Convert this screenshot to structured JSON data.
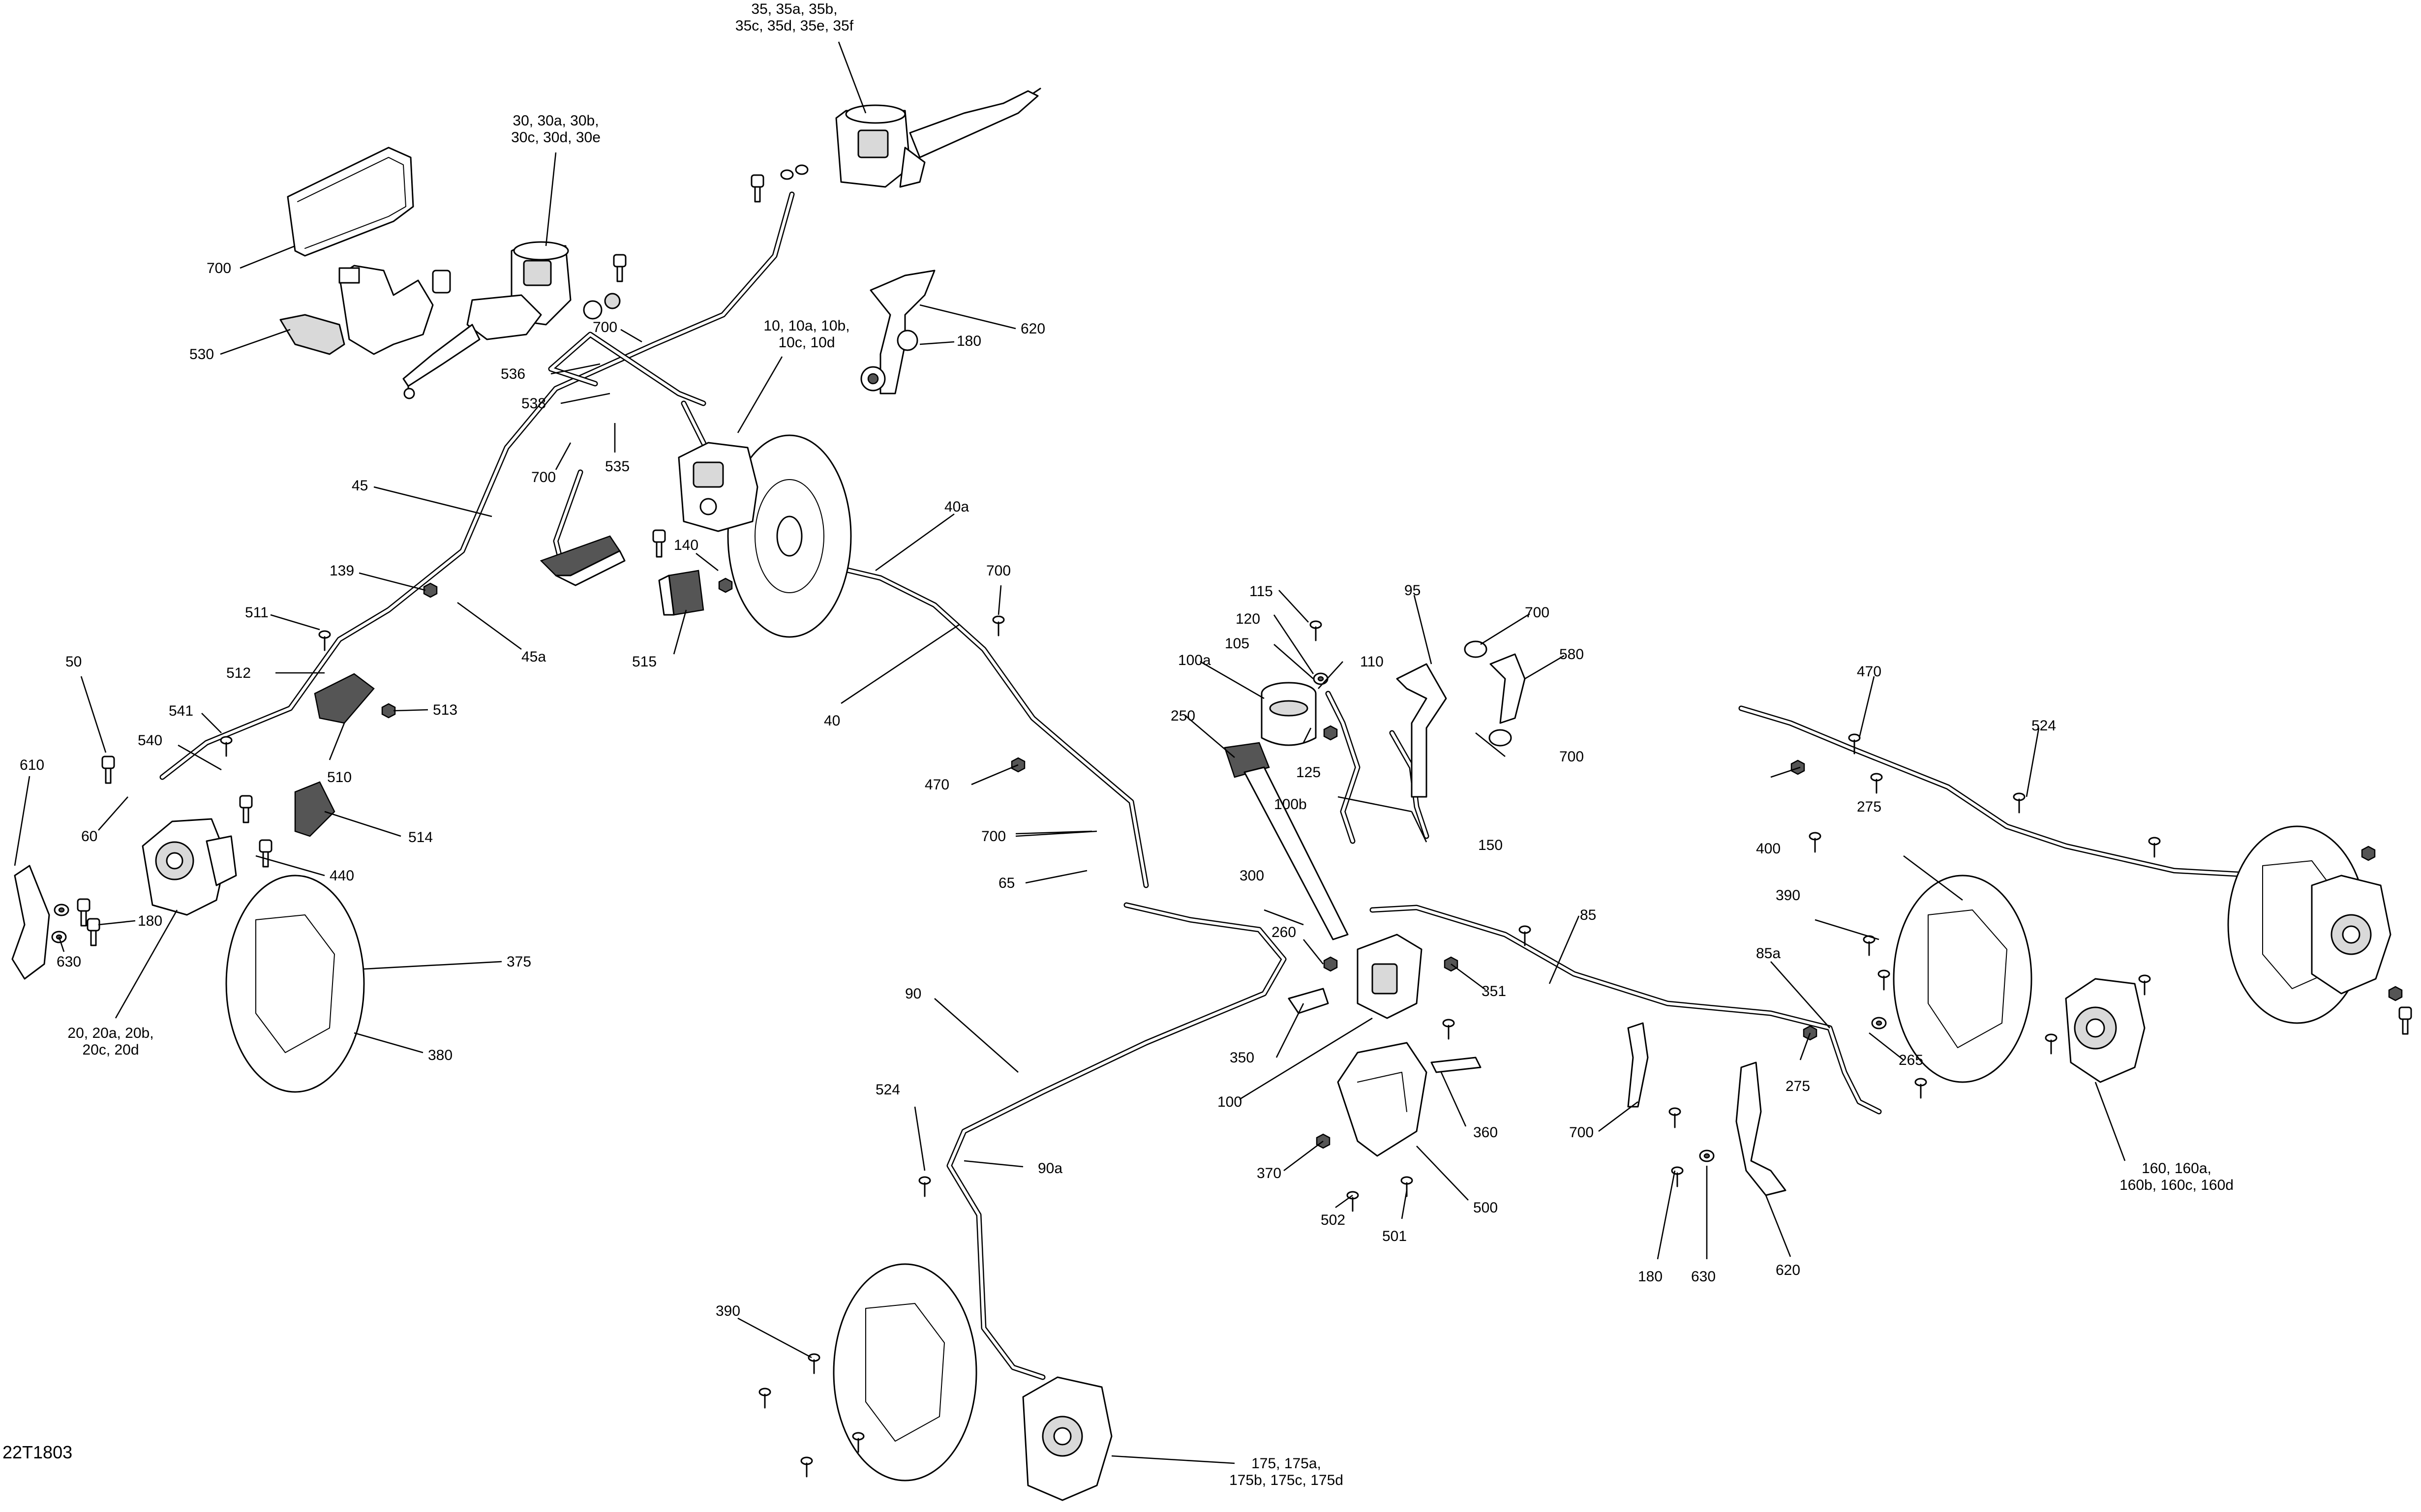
{
  "drawing_id": "22T1803",
  "callouts": [
    {
      "id": "c_35",
      "lines": [
        "35, 35a, 35b,",
        "35c, 35d, 35e, 35f"
      ]
    },
    {
      "id": "c_30",
      "lines": [
        "30, 30a, 30b,",
        "30c, 30d, 30e"
      ]
    },
    {
      "id": "c_700_a",
      "lines": [
        "700"
      ]
    },
    {
      "id": "c_530",
      "lines": [
        "530"
      ]
    },
    {
      "id": "c_700_b",
      "lines": [
        "700"
      ]
    },
    {
      "id": "c_536",
      "lines": [
        "536"
      ]
    },
    {
      "id": "c_538",
      "lines": [
        "538"
      ]
    },
    {
      "id": "c_10",
      "lines": [
        "10, 10a, 10b,",
        "10c, 10d"
      ]
    },
    {
      "id": "c_620_a",
      "lines": [
        "620"
      ]
    },
    {
      "id": "c_180_a",
      "lines": [
        "180"
      ]
    },
    {
      "id": "c_700_c",
      "lines": [
        "700"
      ]
    },
    {
      "id": "c_535",
      "lines": [
        "535"
      ]
    },
    {
      "id": "c_45",
      "lines": [
        "45"
      ]
    },
    {
      "id": "c_140",
      "lines": [
        "140"
      ]
    },
    {
      "id": "c_40a",
      "lines": [
        "40a"
      ]
    },
    {
      "id": "c_700_d",
      "lines": [
        "700"
      ]
    },
    {
      "id": "c_139",
      "lines": [
        "139"
      ]
    },
    {
      "id": "c_45a",
      "lines": [
        "45a"
      ]
    },
    {
      "id": "c_515",
      "lines": [
        "515"
      ]
    },
    {
      "id": "c_511",
      "lines": [
        "511"
      ]
    },
    {
      "id": "c_512",
      "lines": [
        "512"
      ]
    },
    {
      "id": "c_50",
      "lines": [
        "50"
      ]
    },
    {
      "id": "c_541",
      "lines": [
        "541"
      ]
    },
    {
      "id": "c_513",
      "lines": [
        "513"
      ]
    },
    {
      "id": "c_40",
      "lines": [
        "40"
      ]
    },
    {
      "id": "c_540",
      "lines": [
        "540"
      ]
    },
    {
      "id": "c_510",
      "lines": [
        "510"
      ]
    },
    {
      "id": "c_470_a",
      "lines": [
        "470"
      ]
    },
    {
      "id": "c_610",
      "lines": [
        "610"
      ]
    },
    {
      "id": "c_60",
      "lines": [
        "60"
      ]
    },
    {
      "id": "c_514",
      "lines": [
        "514"
      ]
    },
    {
      "id": "c_700_e",
      "lines": [
        "700"
      ]
    },
    {
      "id": "c_440",
      "lines": [
        "440"
      ]
    },
    {
      "id": "c_65",
      "lines": [
        "65"
      ]
    },
    {
      "id": "c_180_b",
      "lines": [
        "180"
      ]
    },
    {
      "id": "c_375",
      "lines": [
        "375"
      ]
    },
    {
      "id": "c_630_a",
      "lines": [
        "630"
      ]
    },
    {
      "id": "c_20",
      "lines": [
        "20, 20a, 20b,",
        "20c, 20d"
      ]
    },
    {
      "id": "c_380",
      "lines": [
        "380"
      ]
    },
    {
      "id": "c_115",
      "lines": [
        "115"
      ]
    },
    {
      "id": "c_95",
      "lines": [
        "95"
      ]
    },
    {
      "id": "c_120",
      "lines": [
        "120"
      ]
    },
    {
      "id": "c_700_f",
      "lines": [
        "700"
      ]
    },
    {
      "id": "c_105",
      "lines": [
        "105"
      ]
    },
    {
      "id": "c_110",
      "lines": [
        "110"
      ]
    },
    {
      "id": "c_100a",
      "lines": [
        "100a"
      ]
    },
    {
      "id": "c_580",
      "lines": [
        "580"
      ]
    },
    {
      "id": "c_470_b",
      "lines": [
        "470"
      ]
    },
    {
      "id": "c_250",
      "lines": [
        "250"
      ]
    },
    {
      "id": "c_125",
      "lines": [
        "125"
      ]
    },
    {
      "id": "c_700_g",
      "lines": [
        "700"
      ]
    },
    {
      "id": "c_524_a",
      "lines": [
        "524"
      ]
    },
    {
      "id": "c_275_a",
      "lines": [
        "275"
      ]
    },
    {
      "id": "c_100b",
      "lines": [
        "100b"
      ]
    },
    {
      "id": "c_150",
      "lines": [
        "150"
      ]
    },
    {
      "id": "c_400",
      "lines": [
        "400"
      ]
    },
    {
      "id": "c_300",
      "lines": [
        "300"
      ]
    },
    {
      "id": "c_390_a",
      "lines": [
        "390"
      ]
    },
    {
      "id": "c_85",
      "lines": [
        "85"
      ]
    },
    {
      "id": "c_260",
      "lines": [
        "260"
      ]
    },
    {
      "id": "c_351",
      "lines": [
        "351"
      ]
    },
    {
      "id": "c_85a",
      "lines": [
        "85a"
      ]
    },
    {
      "id": "c_90",
      "lines": [
        "90"
      ]
    },
    {
      "id": "c_350",
      "lines": [
        "350"
      ]
    },
    {
      "id": "c_265",
      "lines": [
        "265"
      ]
    },
    {
      "id": "c_275_b",
      "lines": [
        "275"
      ]
    },
    {
      "id": "c_100",
      "lines": [
        "100"
      ]
    },
    {
      "id": "c_524_b",
      "lines": [
        "524"
      ]
    },
    {
      "id": "c_360",
      "lines": [
        "360"
      ]
    },
    {
      "id": "c_700_h",
      "lines": [
        "700"
      ]
    },
    {
      "id": "c_90a",
      "lines": [
        "90a"
      ]
    },
    {
      "id": "c_160",
      "lines": [
        "160, 160a,",
        "160b, 160c, 160d"
      ]
    },
    {
      "id": "c_370",
      "lines": [
        "370"
      ]
    },
    {
      "id": "c_500",
      "lines": [
        "500"
      ]
    },
    {
      "id": "c_502",
      "lines": [
        "502"
      ]
    },
    {
      "id": "c_501",
      "lines": [
        "501"
      ]
    },
    {
      "id": "c_180_c",
      "lines": [
        "180"
      ]
    },
    {
      "id": "c_630_b",
      "lines": [
        "630"
      ]
    },
    {
      "id": "c_620_b",
      "lines": [
        "620"
      ]
    },
    {
      "id": "c_390_b",
      "lines": [
        "390"
      ]
    },
    {
      "id": "c_175",
      "lines": [
        "175, 175a,",
        "175b, 175c, 175d"
      ]
    }
  ]
}
